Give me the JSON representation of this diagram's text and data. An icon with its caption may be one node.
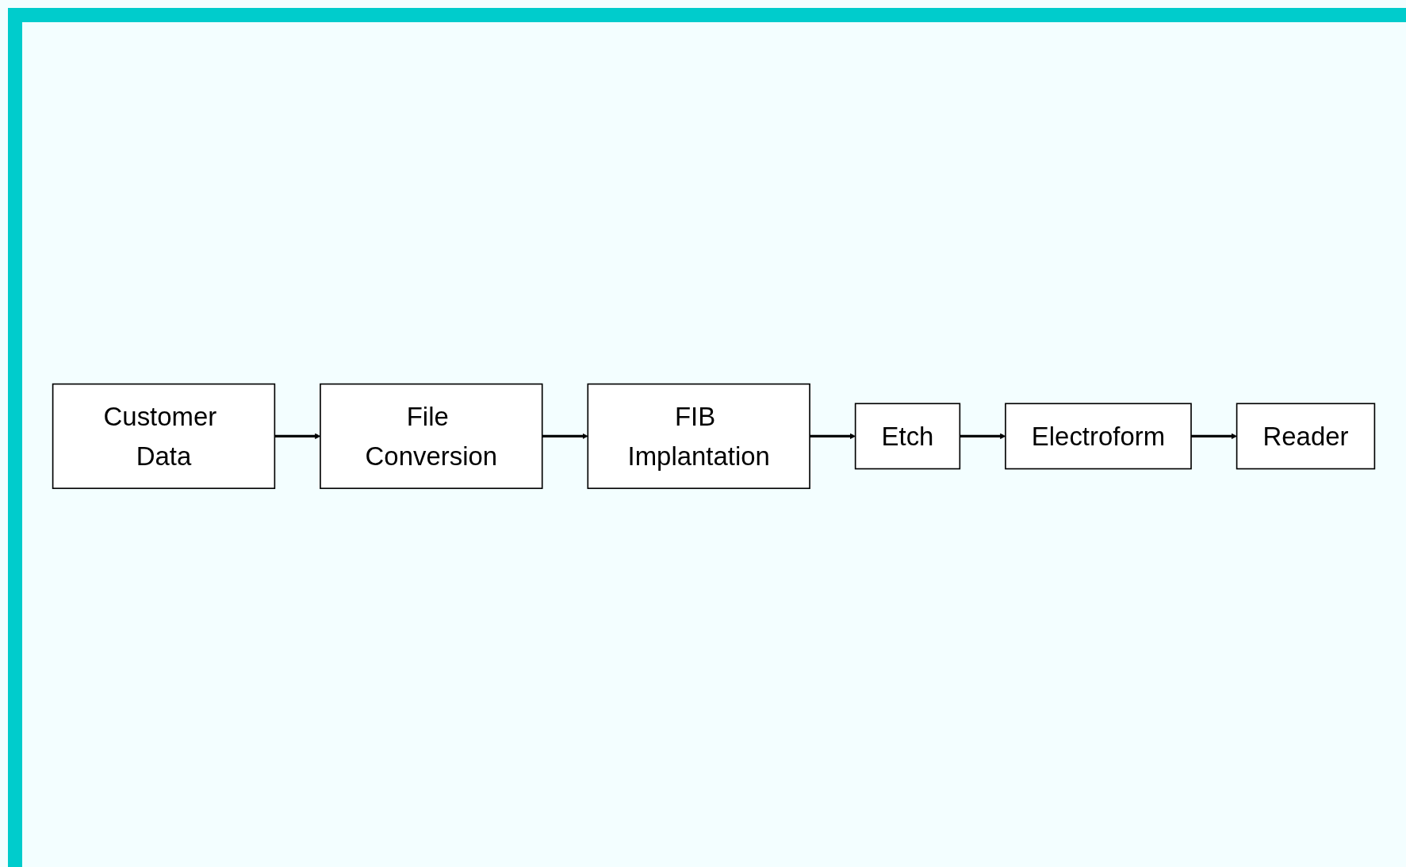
{
  "diagram": {
    "nodes": [
      {
        "text": [
          "Customer Data"
        ]
      },
      {
        "text": [
          "File Conversion"
        ]
      },
      {
        "text": [
          "FIB Implantation"
        ]
      },
      {
        "text": [
          "Etch"
        ]
      },
      {
        "text": [
          "Electroform"
        ]
      },
      {
        "text": [
          "Reader"
        ]
      }
    ],
    "edges": [
      {
        "from": 0,
        "to": 1,
        "arrow": "to"
      },
      {
        "from": 1,
        "to": 2,
        "arrow": "to"
      },
      {
        "from": 2,
        "to": 3,
        "arrow": "to"
      },
      {
        "from": 3,
        "to": 4,
        "arrow": "to"
      },
      {
        "from": 4,
        "to": 5,
        "arrow": "to"
      }
    ]
  }
}
